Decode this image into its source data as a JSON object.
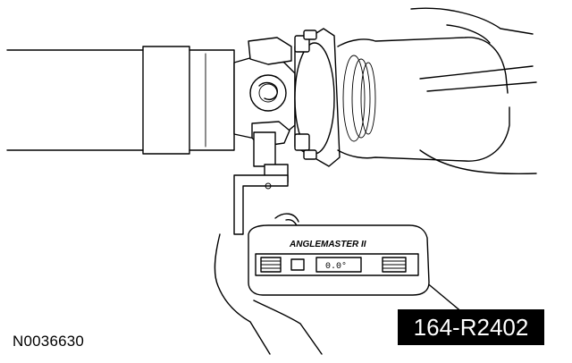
{
  "figure": {
    "document_id": "N0036630",
    "reference_code": "164-R2402"
  },
  "gauge": {
    "brand": "ANGLEMASTER II",
    "reading": "0.0°"
  }
}
